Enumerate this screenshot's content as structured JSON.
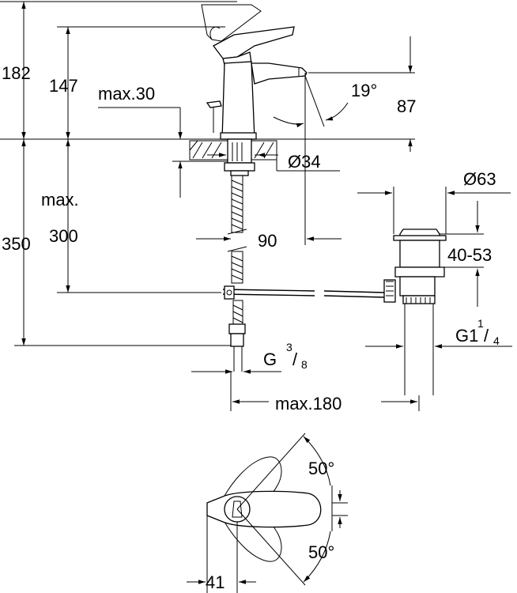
{
  "dimensions": {
    "height_total": "182",
    "height_spout": "147",
    "max_deck": "max.30",
    "angle_spout": "19°",
    "reach_87": "87",
    "hole_diameter": "Ø34",
    "max_label": "max.",
    "hose_length_max": "300",
    "height_350": "350",
    "spout_to_hole": "90",
    "waste_diameter": "Ø63",
    "waste_height": "40-53",
    "thread_g38": "G",
    "thread_g38_num": "3",
    "thread_g38_den": "8",
    "thread_g114": "G1",
    "thread_g114_num": "1",
    "thread_g114_den": "4",
    "max_180": "max.180",
    "angle_lever_top": "50°",
    "angle_lever_bottom": "50°",
    "width_41": "41"
  }
}
